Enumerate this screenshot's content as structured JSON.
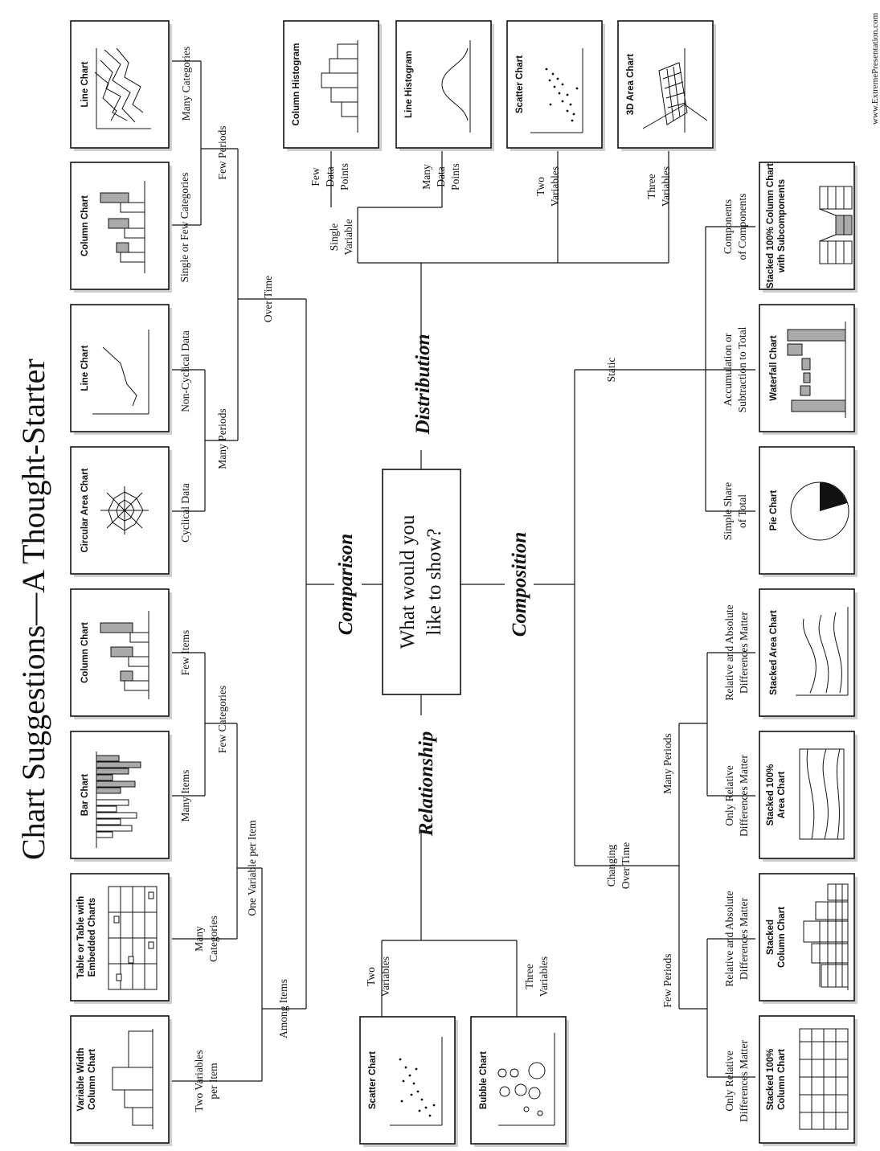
{
  "page": {
    "title": "Chart Suggestions—A Thought-Starter",
    "question_line1": "What would you",
    "question_line2": "like to show?",
    "url": "www.ExtremePresentation.com"
  },
  "branches": {
    "comparison": "Comparison",
    "distribution": "Distribution",
    "relationship": "Relationship",
    "composition": "Composition"
  },
  "labels": {
    "over_time": "Over Time",
    "among_items": "Among Items",
    "few_periods": "Few Periods",
    "many_periods_cmp": "Many Periods",
    "many_categories_time": "Many Categories",
    "single_or_few_categories": "Single or Few Categories",
    "non_cyclical_data": "Non-Cyclical Data",
    "cyclical_data": "Cyclical Data",
    "few_items": "Few Items",
    "many_items": "Many Items",
    "few_categories": "Few Categories",
    "one_variable_per_item": "One Variable per Item",
    "many_categories_l1": "Many",
    "many_categories_l2": "Categories",
    "two_variables_per_item_l1": "Two Variables",
    "two_variables_per_item_l2": "per Item",
    "single_variable_l1": "Single",
    "single_variable_l2": "Variable",
    "few_data_points_l1": "Few",
    "few_data_points_l2": "Data",
    "few_data_points_l3": "Points",
    "many_data_points_l1": "Many",
    "many_data_points_l2": "Data",
    "many_data_points_l3": "Points",
    "two_variables_l1": "Two",
    "two_variables_l2": "Variables",
    "three_variables_l1": "Three",
    "three_variables_l2": "Variables",
    "static": "Static",
    "changing_over_time_l1": "Changing",
    "changing_over_time_l2": "Over Time",
    "components_l1": "Components",
    "components_l2": "of Components",
    "accumulation_l1": "Accumulation or",
    "accumulation_l2": "Subtraction to Total",
    "simple_share_l1": "Simple Share",
    "simple_share_l2": "of Total",
    "comp_many_periods": "Many Periods",
    "comp_few_periods": "Few Periods",
    "rel_abs_l1": "Relative and Absolute",
    "rel_abs_l2": "Differences Matter",
    "only_rel_l1": "Only Relative",
    "only_rel_l2": "Differences Matter"
  },
  "charts": {
    "line_many": "Line Chart",
    "column_few": "Column Chart",
    "line_noncyclical": "Line Chart",
    "circular_area": "Circular Area Chart",
    "column_items": "Column Chart",
    "bar": "Bar Chart",
    "table_l1": "Table or Table with",
    "table_l2": "Embedded Charts",
    "variable_width_l1": "Variable Width",
    "variable_width_l2": "Column Chart",
    "column_histogram": "Column Histogram",
    "line_histogram": "Line Histogram",
    "scatter_dist": "Scatter Chart",
    "area_3d": "3D Area Chart",
    "stacked_sub_l1": "Stacked 100% Column Chart",
    "stacked_sub_l2": "with Subcomponents",
    "waterfall": "Waterfall Chart",
    "pie": "Pie Chart",
    "stacked_area": "Stacked Area Chart",
    "stacked_100_area_l1": "Stacked 100%",
    "stacked_100_area_l2": "Area Chart",
    "stacked_column_l1": "Stacked",
    "stacked_column_l2": "Column Chart",
    "stacked_100_column_l1": "Stacked 100%",
    "stacked_100_column_l2": "Column Chart",
    "scatter_rel": "Scatter Chart",
    "bubble": "Bubble Chart"
  }
}
